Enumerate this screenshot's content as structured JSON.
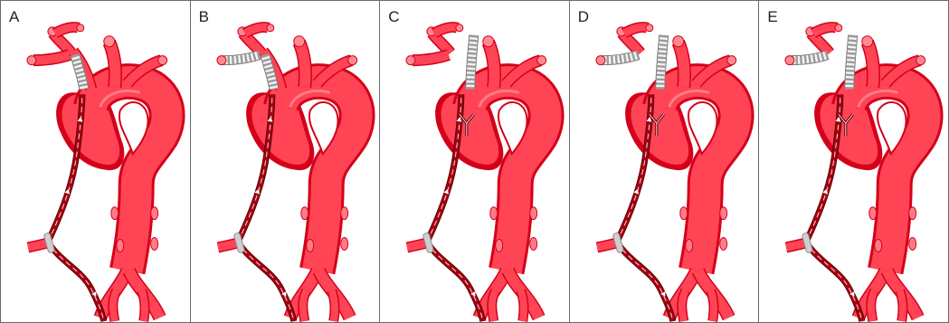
{
  "colors": {
    "artery": "#ff4455",
    "artery_dark": "#d4001a",
    "artery_highlight": "#ff7c87",
    "vessel_tip": "#ff8a92",
    "graft": "#9a9a9a",
    "graft_stripe": "#f4f4f4",
    "clamp": "#cfcfcf",
    "border": "#6a6a6a"
  },
  "panels": [
    {
      "label": "A",
      "variant": "perfusion-catheter-left-carotid"
    },
    {
      "label": "B",
      "variant": "graft-left-subclavian"
    },
    {
      "label": "C",
      "variant": "graft-left-carotid-y-cannula"
    },
    {
      "label": "D",
      "variant": "two-grafts-y-cannula"
    },
    {
      "label": "E",
      "variant": "two-grafts-y-cannula-clamped"
    }
  ]
}
